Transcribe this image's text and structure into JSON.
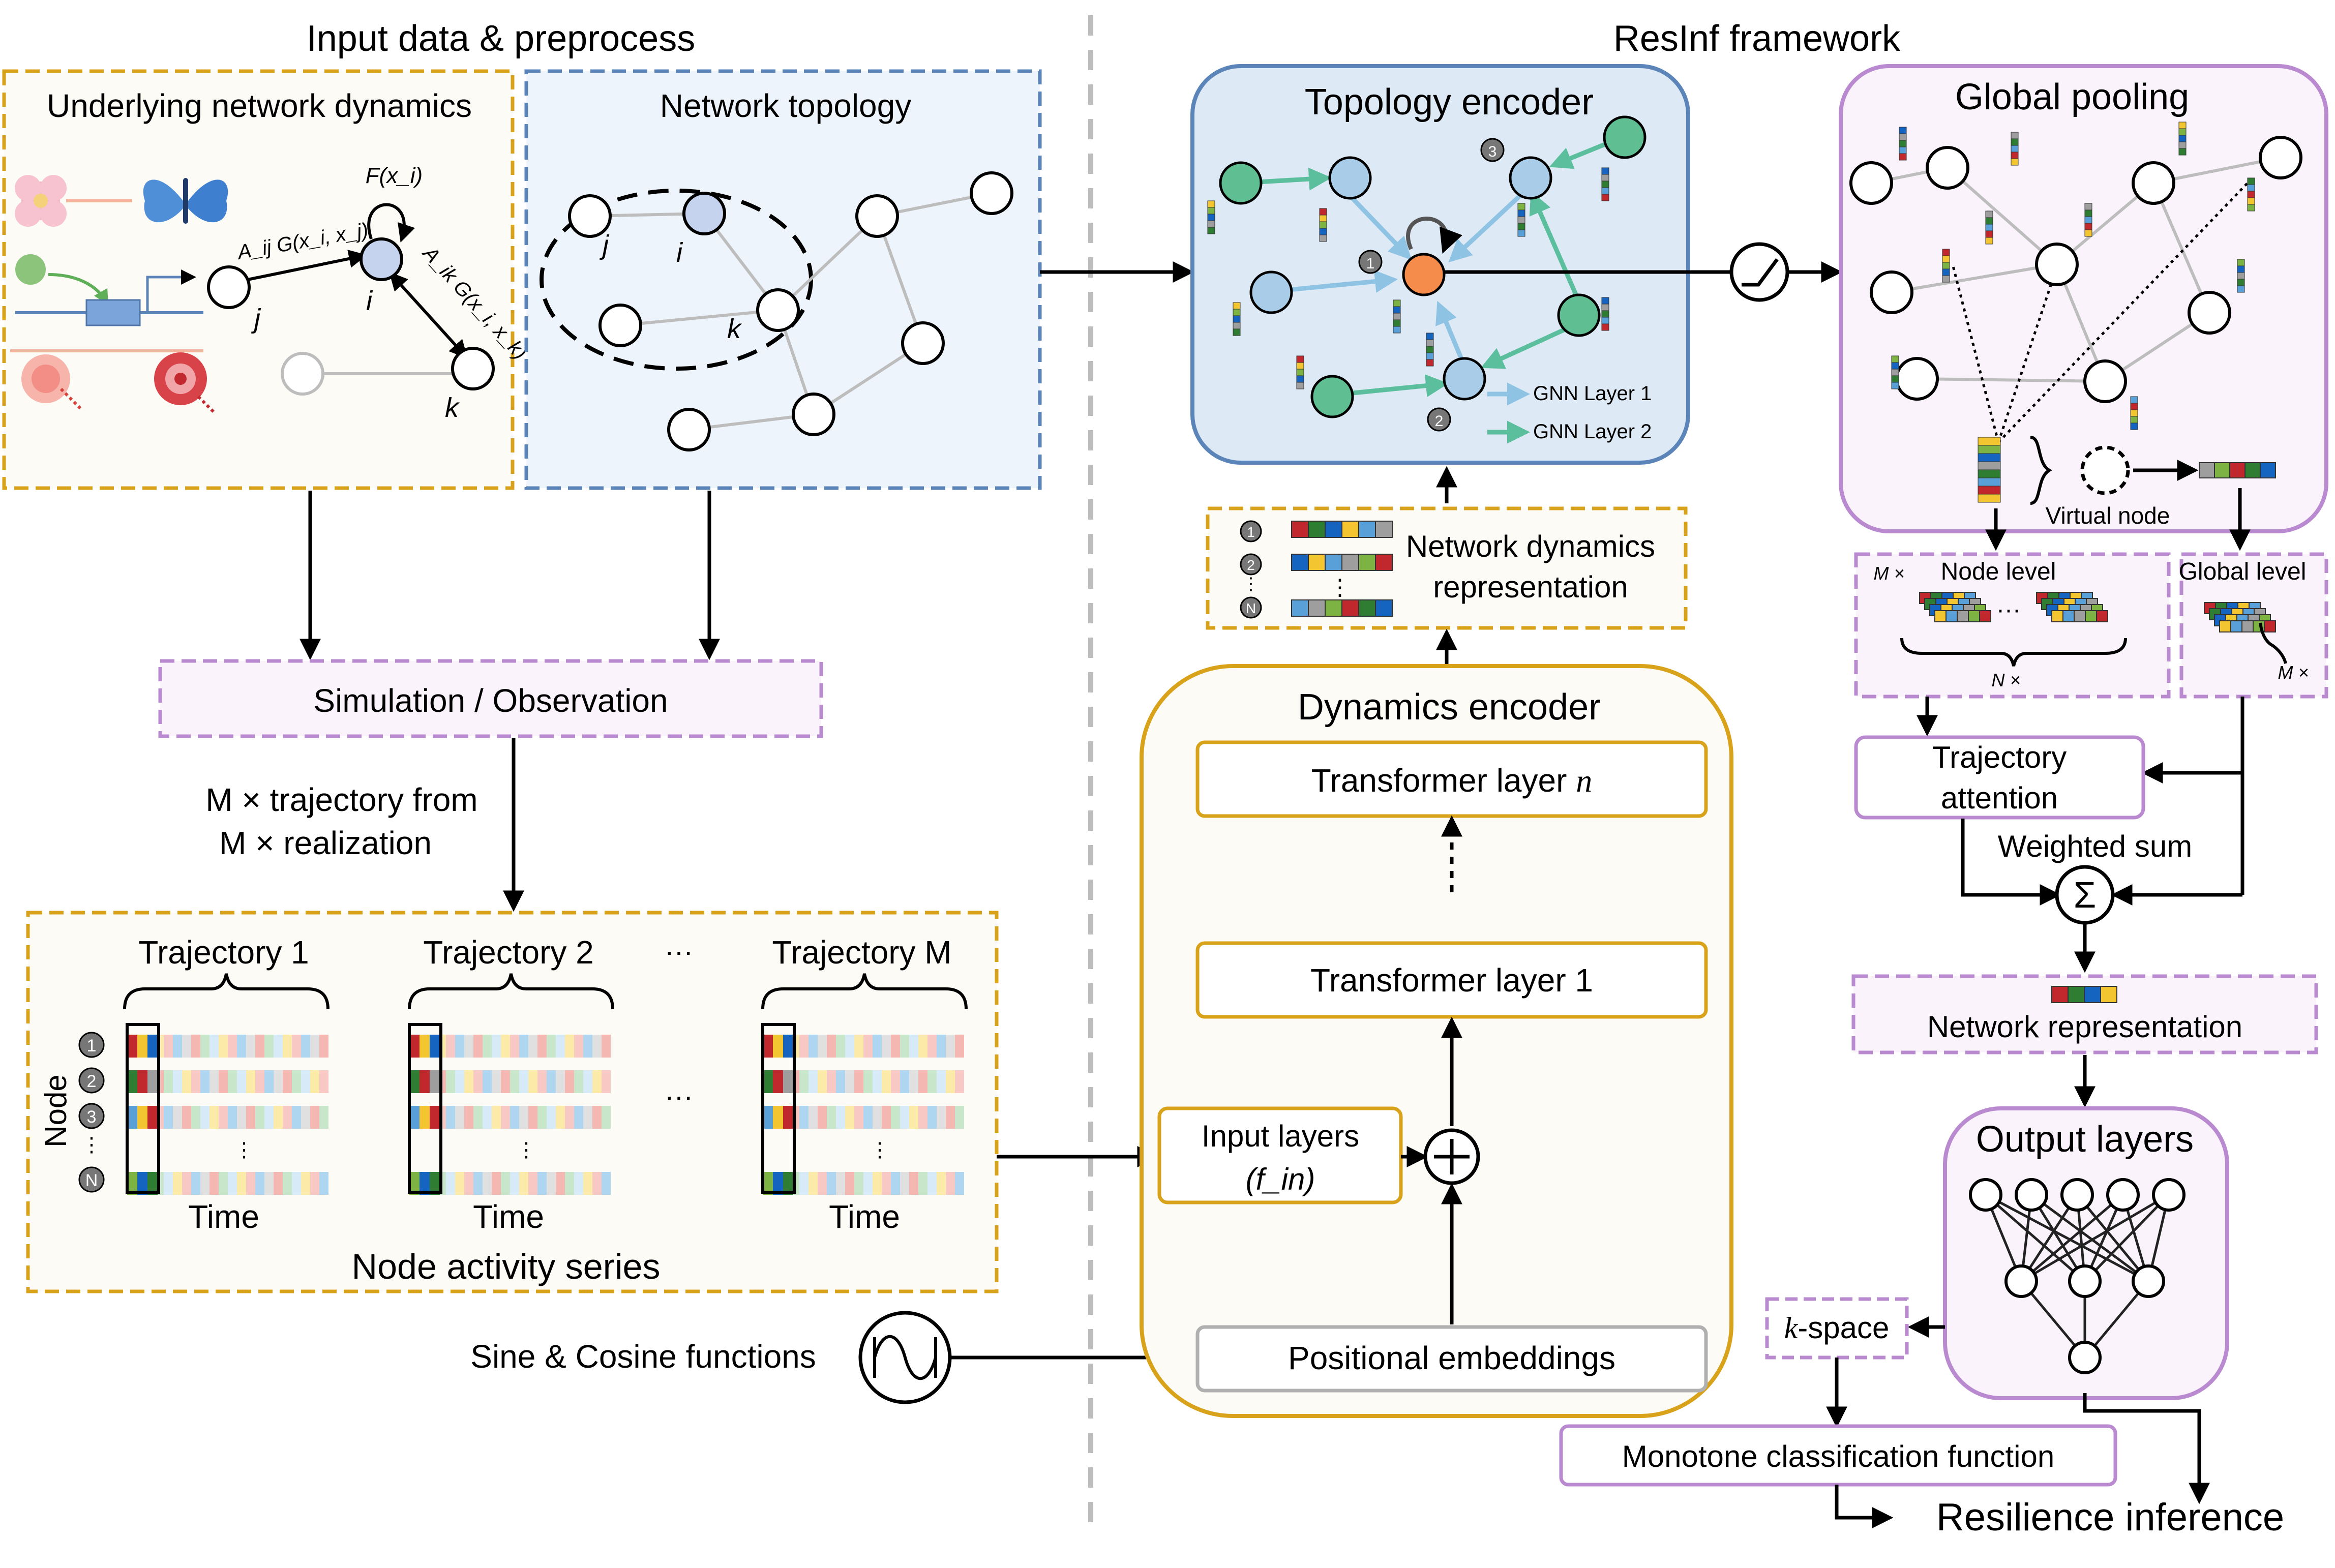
{
  "left_panel": {
    "heading": "Input data & preprocess",
    "dynamics_box": {
      "title": "Underlying network dynamics",
      "self_term": "F(x_i)",
      "edge_ij": "A_ij G(x_i, x_j)",
      "edge_ik": "A_ik G(x_i, x_k)",
      "node_j": "j",
      "node_i": "i",
      "node_k": "k"
    },
    "topology_box": {
      "title": "Network topology",
      "node_j": "j",
      "node_i": "i",
      "node_k": "k"
    },
    "simulation_label": "Simulation / Observation",
    "realization_line1": "M × trajectory from",
    "realization_line2": "M × realization",
    "activity_box": {
      "title": "Node activity series",
      "trajectory_1": "Trajectory 1",
      "trajectory_2": "Trajectory  2",
      "trajectory_m": "Trajectory M",
      "ellipsis_top": "···",
      "ellipsis_mid": "···",
      "axis_node": "Node",
      "time_label": "Time",
      "node_badges": [
        "1",
        "2",
        "3",
        "N"
      ]
    },
    "sine_label": "Sine & Cosine functions"
  },
  "right_panel": {
    "heading": "ResInf framework",
    "topology_encoder": {
      "title": "Topology encoder",
      "gnn_layer_1": "GNN Layer 1",
      "gnn_layer_2": "GNN Layer 2",
      "badges": [
        "1",
        "2",
        "3"
      ],
      "colors": {
        "gnn1": "#8fc3e3",
        "gnn2": "#5bbf9d",
        "center": "#f58c4c",
        "blue_node": "#a9cde8",
        "green_node": "#5fbf93"
      }
    },
    "network_dynamics": {
      "line1": "Network dynamics",
      "line2": "representation",
      "badges": [
        "1",
        "2",
        "N"
      ]
    },
    "dynamics_encoder": {
      "title": "Dynamics encoder",
      "transformer_n": "Transformer layer n",
      "transformer_1": "Transformer layer 1",
      "input_layers_line1": "Input layers",
      "input_layers_line2": "(f_in)",
      "positional": "Positional embeddings"
    },
    "global_pooling": {
      "title": "Global pooling",
      "virtual_node": "Virtual node"
    },
    "node_level": {
      "label": "Node level",
      "m_times": "M ×",
      "n_times": "N ×",
      "ellipsis": "···"
    },
    "global_level": {
      "label": "Global level",
      "m_times": "M ×"
    },
    "trajectory_attention_line1": "Trajectory",
    "trajectory_attention_line2": "attention",
    "weighted_sum": "Weighted sum",
    "sum_symbol": "Σ",
    "network_representation": "Network representation",
    "output_layers": "Output layers",
    "k_space": "k-space",
    "monotone": "Monotone classification function",
    "resilience": "Resilience inference"
  },
  "palette": {
    "orange_border": "#d9a21b",
    "blue_border": "#5b85b8",
    "purple_border": "#b98ad0",
    "topology_fill": "#eef4fb",
    "encoder_fill": "#dde9f5",
    "pale_fill": "#fdfbf6",
    "cell_colors": [
      "#c0282d",
      "#2e7d32",
      "#1565c0",
      "#f2c531",
      "#5aa0d8",
      "#9e9e9e",
      "#7cb342"
    ]
  }
}
